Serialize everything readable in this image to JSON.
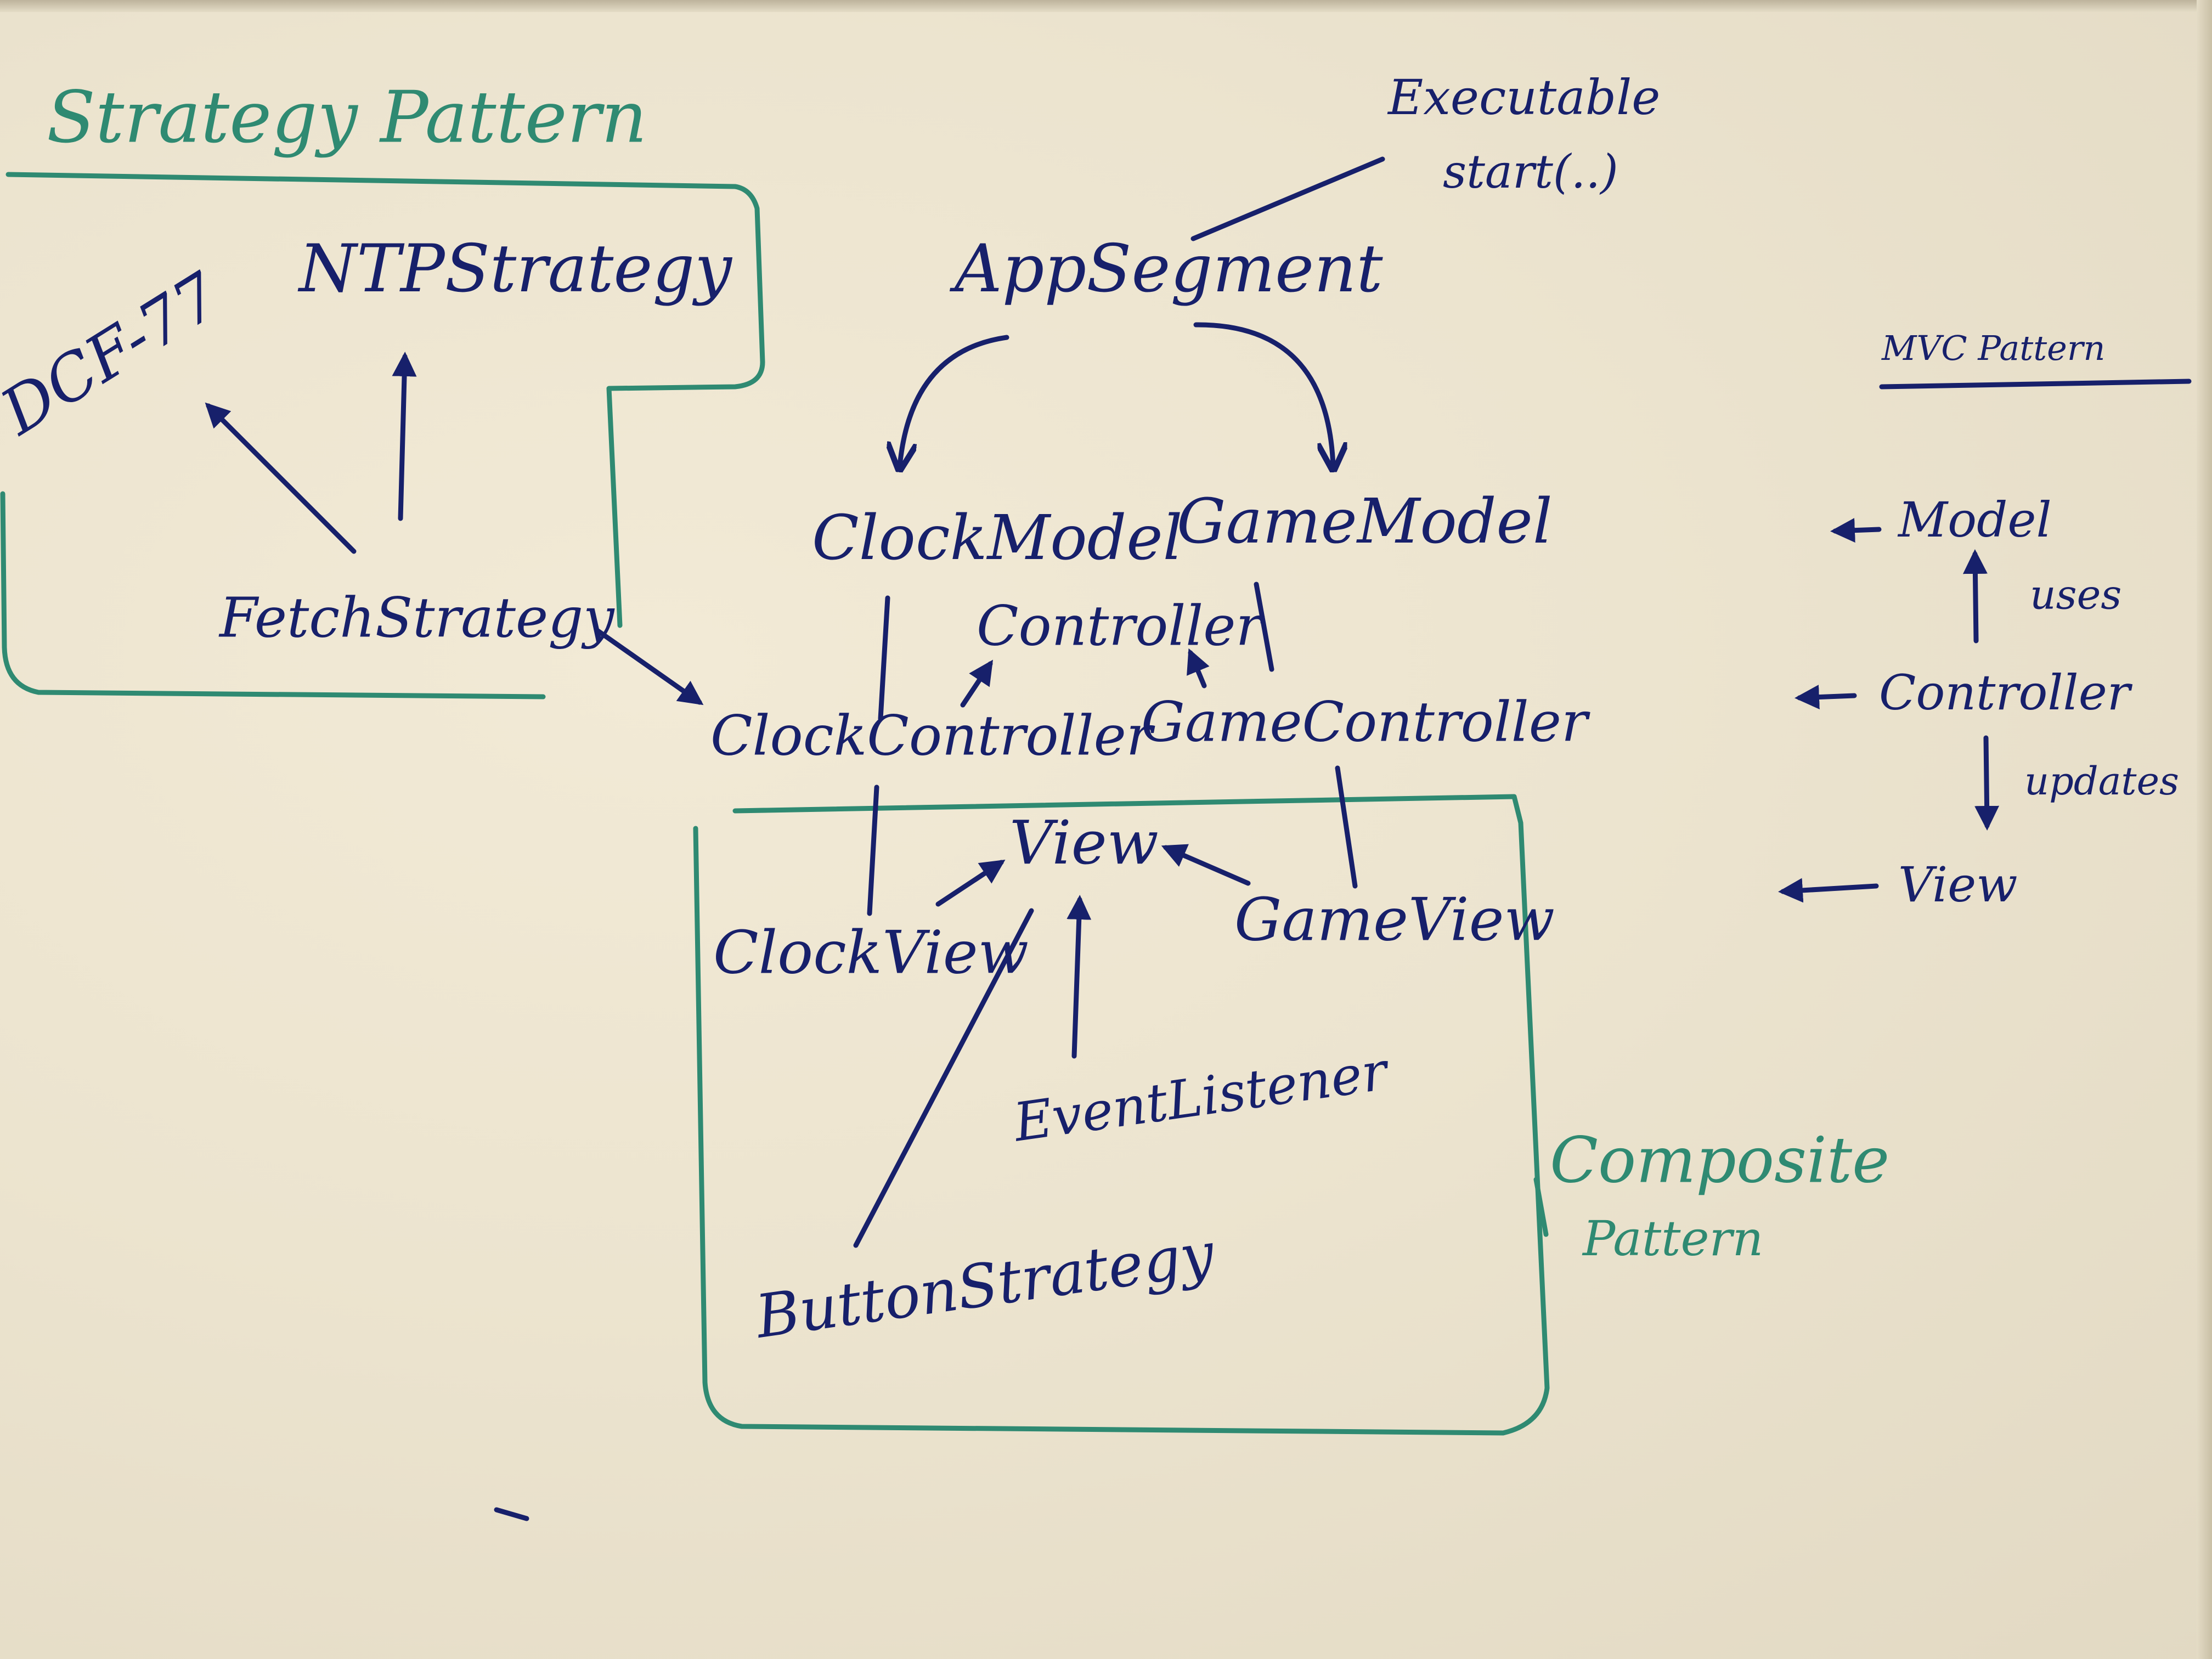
{
  "colors": {
    "board": "#ece4cf",
    "ink_blue": "#17206b",
    "ink_green": "#2f8a72"
  },
  "labels": {
    "strategy_pattern": "Strategy Pattern",
    "composite_pattern_line1": "Composite",
    "composite_pattern_line2": "Pattern",
    "mvc_pattern": "MVC Pattern",
    "executable_line1": "Executable",
    "executable_line2": "start(..)",
    "app_segment": "AppSegment",
    "ntp_strategy": "NTPStrategy",
    "dcf77": "DCF-77",
    "fetch_strategy": "FetchStrategy",
    "clock_model": "ClockModel",
    "game_model": "GameModel",
    "controller": "Controller",
    "clock_controller": "ClockController",
    "game_controller": "GameController",
    "view": "View",
    "clock_view": "ClockView",
    "game_view": "GameView",
    "event_listener": "EventListener",
    "button_strategy": "ButtonStrategy",
    "mvc_model": "Model",
    "mvc_uses": "uses",
    "mvc_controller": "Controller",
    "mvc_updates": "updates",
    "mvc_view": "View"
  }
}
